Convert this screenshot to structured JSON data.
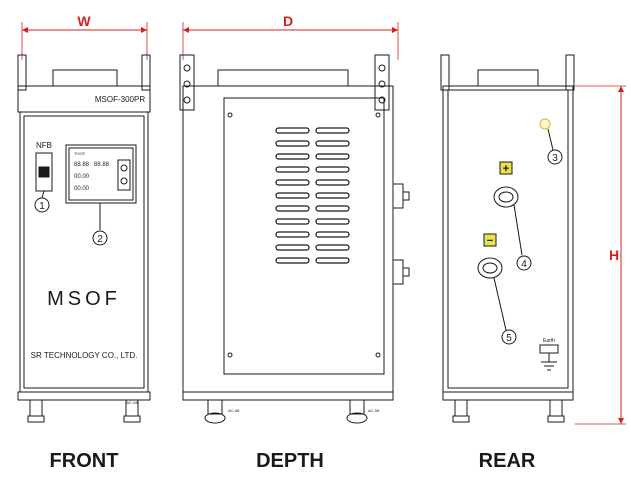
{
  "dimensions": {
    "width_label": "W",
    "depth_label": "D",
    "height_label": "H",
    "color": "#d42020"
  },
  "views": {
    "front": "FRONT",
    "depth": "DEPTH",
    "rear": "REAR"
  },
  "front_panel": {
    "model": "MSOF-300PR",
    "breaker_label": "NFB",
    "brand": "MSOF",
    "company": "SR TECHNOLOGY CO., LTD.",
    "meter_small_label": "TOOF",
    "meter_rows": [
      "88.88",
      "88.88",
      "00.00",
      "00.00"
    ],
    "caster_label": "AC-58"
  },
  "callouts": [
    "1",
    "2",
    "3",
    "4",
    "5"
  ],
  "rear_panel": {
    "plus_sign": "+",
    "minus_sign": "−",
    "earth_label": "Earth"
  },
  "colors": {
    "line": "#1a1a1a",
    "plus_box": "#e8e24a",
    "minus_box": "#e8e24a",
    "knob": "#e8c840"
  }
}
